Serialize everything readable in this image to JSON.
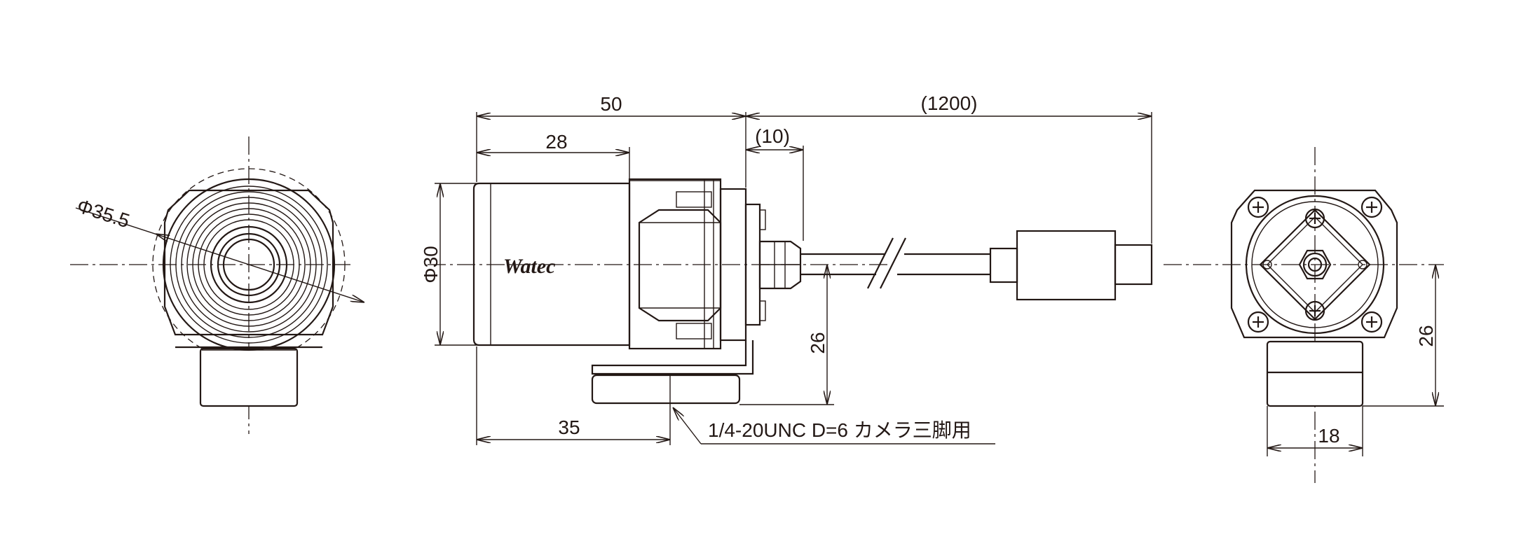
{
  "drawing": {
    "product_logo": "Watec",
    "dimensions": {
      "diameter_front": "Φ35.5",
      "diameter_body": "Φ30",
      "overall_length": "50",
      "body_front_length": "28",
      "cable_length": "(1200)",
      "connector_offset": "(10)",
      "mount_position": "35",
      "center_height_side": "26",
      "center_height_rear": "26",
      "mount_width": "18"
    },
    "notes": {
      "tripod_mount": "1/4-20UNC D=6 カメラ三脚用"
    }
  }
}
